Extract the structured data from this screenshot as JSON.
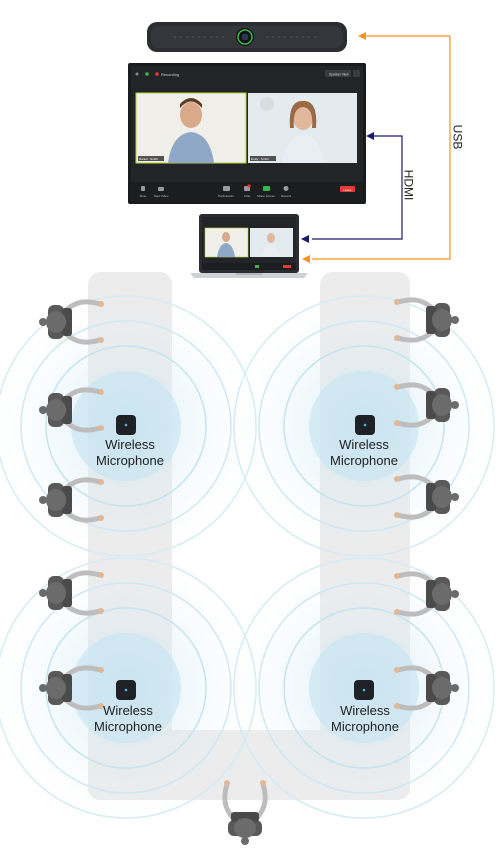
{
  "connections": {
    "usb_label": "USB",
    "hdmi_label": "HDMI",
    "usb_color": "#f7931e",
    "hdmi_color": "#1a1a6e"
  },
  "display": {
    "recording_label": "Recording",
    "speaker_view_label": "Speaker View",
    "participant_left": "Daniel · Smith",
    "participant_right": "Emily · Smith",
    "toolbar": [
      "Mute",
      "Start Video",
      "Participants",
      "Chat",
      "Share Screen",
      "Record"
    ],
    "end_label": "Leave"
  },
  "microphones": [
    {
      "id": "mic-top-left",
      "line1": "Wireless",
      "line2": "Microphone"
    },
    {
      "id": "mic-top-right",
      "line1": "Wireless",
      "line2": "Microphone"
    },
    {
      "id": "mic-bottom-left",
      "line1": "Wireless",
      "line2": "Microphone"
    },
    {
      "id": "mic-bottom-right",
      "line1": "Wireless",
      "line2": "Microphone"
    }
  ],
  "colors": {
    "table": "#ececec",
    "wave": "#bfe0ef",
    "wave_center": "#8fc8e0",
    "mic_body": "#1e2226",
    "person_body": "#595959",
    "person_arm": "#bdbdbd"
  }
}
